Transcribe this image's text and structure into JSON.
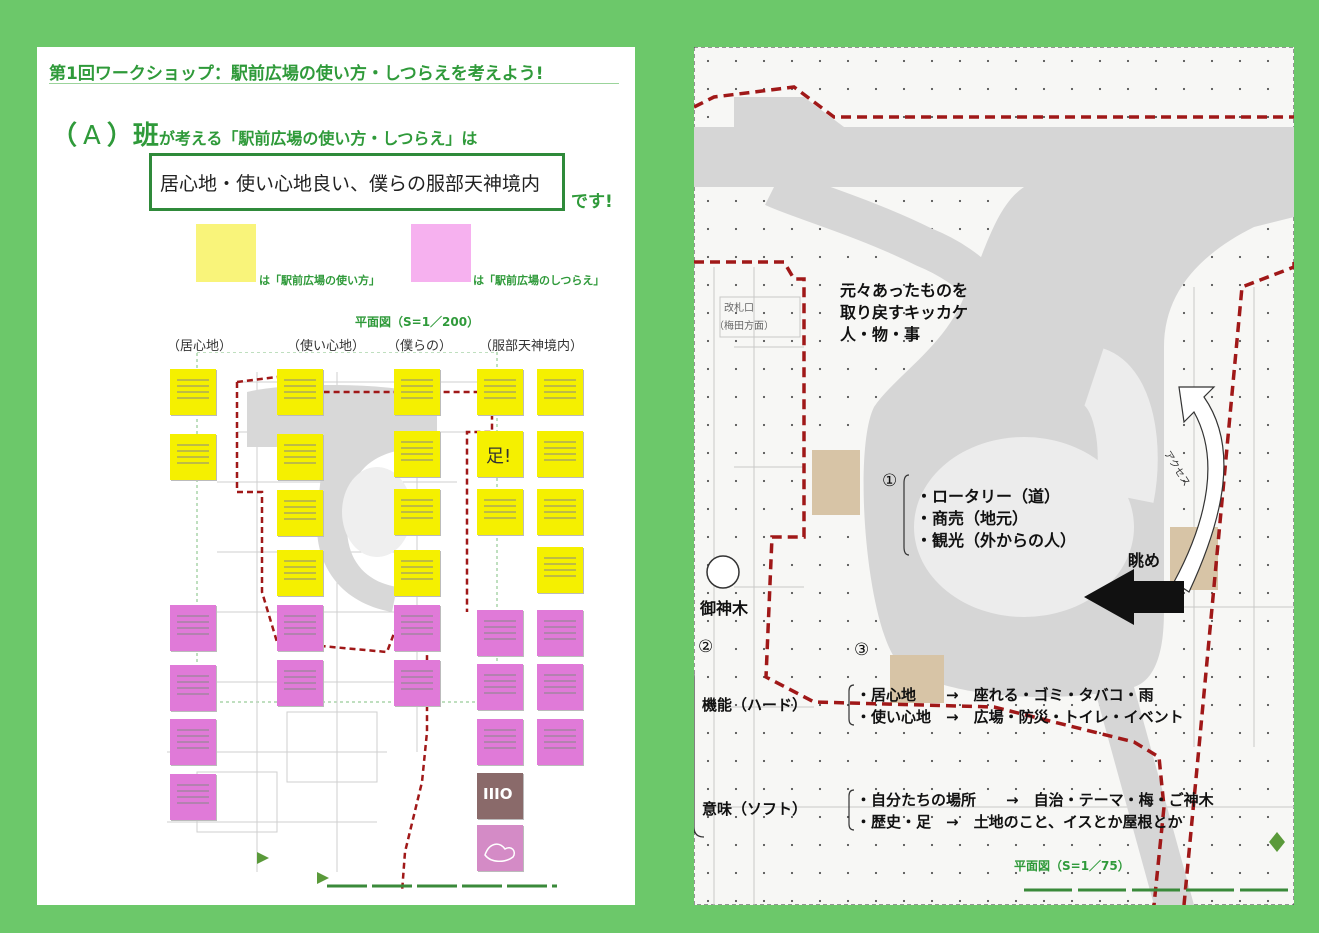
{
  "left_panel": {
    "workshop_title": "第1回ワークショップ：駅前広場の使い方・しつらえを考えよう!",
    "group_open": "（",
    "group_letter": "A",
    "group_close": "）",
    "group_han": "班",
    "theme_suffix": "が考える「駅前広場の使い方・しつらえ」は",
    "answer": "居心地・使い心地良い、僕らの服部天神境内",
    "desu": "です!",
    "legend_use": "は「駅前広場の使い方」",
    "legend_design": "は「駅前広場のしつらえ」",
    "plan_scale": "平面図（S=1／200）",
    "columns": [
      "（居心地）",
      "（使い心地）",
      "（僕らの）",
      "（服部天神境内）"
    ],
    "note_text_ashi": "足!",
    "stamp_text": "IIIO"
  },
  "right_panel": {
    "station_gate": "改札口",
    "station_direction": "（梅田方面）",
    "quote_lines": [
      "元々あったものを",
      "取り戻すキッカケ",
      "人・物・事"
    ],
    "arrow_label": "アクセス",
    "marker_1": "①",
    "list_1": [
      "・ロータリー（道）",
      "・商売（地元）",
      "・観光（外からの人）"
    ],
    "view_label": "眺め",
    "sacred_tree": "御神木",
    "marker_2": "②",
    "marker_3": "③",
    "function_label": "機能（ハード）",
    "function_lines": [
      "・居心地　　→　座れる・ゴミ・タバコ・雨",
      "・使い心地　→　広場・防災・トイレ・イベント"
    ],
    "meaning_label": "意味（ソフト）",
    "meaning_lines": [
      "・自分たちの場所　　→　自治・テーマ・梅・ご神木",
      "・歴史・足　→　土地のこと、イスとか屋根とか"
    ],
    "plan_scale": "平面図（S=1／75）"
  },
  "colors": {
    "background": "#6cc86a",
    "title_green": "#2f9a3a",
    "use_note": "#f5f000",
    "design_note": "#e07ad8",
    "boundary": "#a01818",
    "plaza": "#d8d8d8",
    "crossing": "#d7c4a6"
  }
}
